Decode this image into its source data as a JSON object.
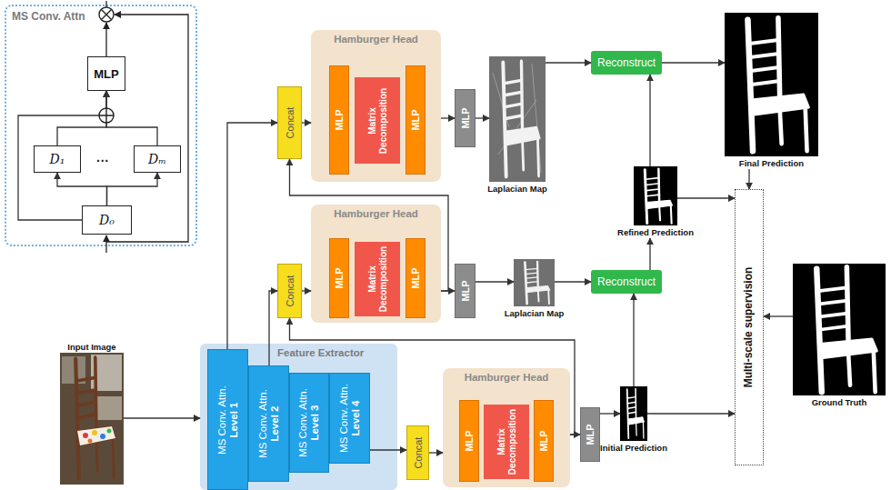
{
  "diagram": {
    "nodes": [
      {
        "text": [
          "MS Conv. Attn"
        ]
      },
      {
        "text": [
          "MLP"
        ],
        "in": 0
      },
      {
        "text": [
          "D₁"
        ],
        "in": 0
      },
      {
        "text": [
          "Dₘ"
        ],
        "in": 0
      },
      {
        "text": [
          "D₀"
        ],
        "in": 0
      },
      {
        "text": [
          "Concat"
        ]
      },
      {
        "text": [
          "Hamburger Head"
        ]
      },
      {
        "text": [
          "MLP"
        ],
        "in": 6
      },
      {
        "text": [
          "Matrix Decomposition"
        ],
        "in": 6
      },
      {
        "text": [
          "MLP"
        ],
        "in": 6
      },
      {
        "text": [
          "MLP"
        ]
      },
      {
        "text": [
          "Laplacian Map"
        ]
      },
      {
        "text": [
          "Reconstruct"
        ]
      },
      {
        "text": [
          "Final Prediction"
        ]
      },
      {
        "text": [
          "Concat"
        ]
      },
      {
        "text": [
          "Hamburger Head"
        ]
      },
      {
        "text": [
          "MLP"
        ],
        "in": 15
      },
      {
        "text": [
          "Matrix Decomposition"
        ],
        "in": 15
      },
      {
        "text": [
          "MLP"
        ],
        "in": 15
      },
      {
        "text": [
          "MLP"
        ]
      },
      {
        "text": [
          "Laplacian Map"
        ]
      },
      {
        "text": [
          "Refined Prediction"
        ]
      },
      {
        "text": [
          "Reconstruct"
        ]
      },
      {
        "text": [
          "Multi-scale supervision"
        ]
      },
      {
        "text": [
          "Ground Truth"
        ]
      },
      {
        "text": [
          "Input Image"
        ]
      },
      {
        "text": [
          "Feature Extractor"
        ]
      },
      {
        "text": [
          "MS Conv. Attn.",
          "Level 1"
        ],
        "in": 26
      },
      {
        "text": [
          "MS Conv. Attn.",
          "Level 2"
        ],
        "in": 26
      },
      {
        "text": [
          "MS Conv. Attn.",
          "Level 3"
        ],
        "in": 26
      },
      {
        "text": [
          "MS Conv. Attn.",
          "Level 4"
        ],
        "in": 26
      },
      {
        "text": [
          "Concat"
        ]
      },
      {
        "text": [
          "Hamburger Head"
        ]
      },
      {
        "text": [
          "MLP"
        ],
        "in": 32
      },
      {
        "text": [
          "Matrix Decomposition"
        ],
        "in": 32
      },
      {
        "text": [
          "MLP"
        ],
        "in": 32
      },
      {
        "text": [
          "MLP"
        ]
      },
      {
        "text": [
          "Initial Prediction"
        ]
      }
    ],
    "edges": [
      {
        "from": 4,
        "to": 2,
        "arrow": "to"
      },
      {
        "from": 4,
        "to": 3,
        "arrow": "to"
      },
      {
        "from": 2,
        "to": 1,
        "arrow": "to"
      },
      {
        "from": 3,
        "to": 1,
        "arrow": "to"
      },
      {
        "from": 4,
        "to": 1,
        "arrow": "to"
      },
      {
        "from": 25,
        "to": 26,
        "arrow": "to"
      },
      {
        "from": 27,
        "to": 5,
        "arrow": "to"
      },
      {
        "from": 28,
        "to": 14,
        "arrow": "to"
      },
      {
        "from": 30,
        "to": 31,
        "arrow": "to"
      },
      {
        "from": 31,
        "to": 32,
        "arrow": "to"
      },
      {
        "from": 32,
        "to": 36,
        "arrow": "to"
      },
      {
        "from": 36,
        "to": 37,
        "arrow": "to"
      },
      {
        "from": 32,
        "to": 14,
        "arrow": "to"
      },
      {
        "from": 14,
        "to": 15,
        "arrow": "to"
      },
      {
        "from": 15,
        "to": 19,
        "arrow": "to"
      },
      {
        "from": 19,
        "to": 20,
        "arrow": "to"
      },
      {
        "from": 20,
        "to": 22,
        "arrow": "to"
      },
      {
        "from": 37,
        "to": 22,
        "arrow": "to"
      },
      {
        "from": 22,
        "to": 21,
        "arrow": "to"
      },
      {
        "from": 21,
        "to": 12,
        "arrow": "to"
      },
      {
        "from": 11,
        "to": 12,
        "arrow": "to"
      },
      {
        "from": 12,
        "to": 13,
        "arrow": "to"
      },
      {
        "from": 13,
        "to": 23,
        "arrow": "to"
      },
      {
        "from": 21,
        "to": 23,
        "arrow": "to"
      },
      {
        "from": 37,
        "to": 23,
        "arrow": "to"
      },
      {
        "from": 24,
        "to": 23,
        "arrow": "to"
      },
      {
        "from": 15,
        "to": 5,
        "arrow": "to"
      },
      {
        "from": 5,
        "to": 6,
        "arrow": "to"
      },
      {
        "from": 6,
        "to": 10,
        "arrow": "to"
      },
      {
        "from": 10,
        "to": 11,
        "arrow": "to"
      }
    ],
    "labels": [
      "···"
    ]
  }
}
